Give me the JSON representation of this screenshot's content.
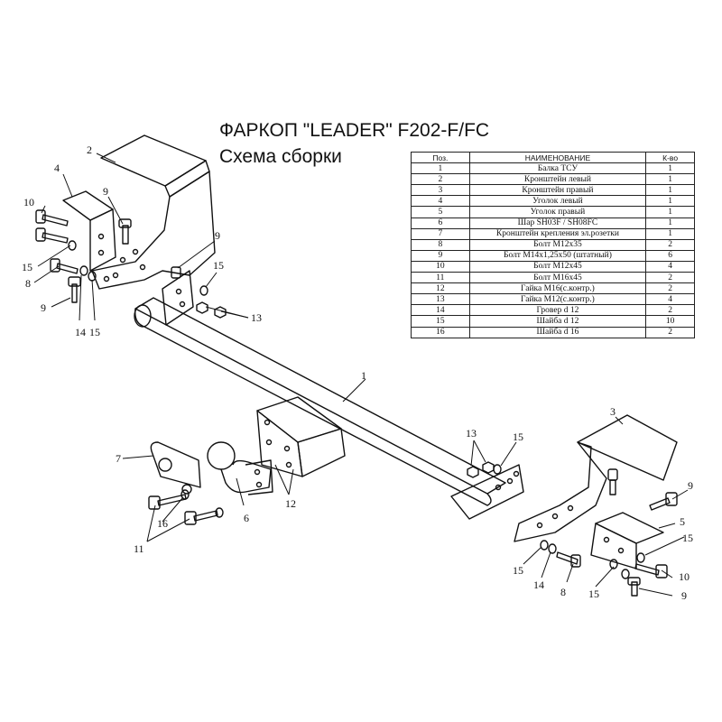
{
  "header": {
    "title": "ФАРКОП \"LEADER\" F202-F/FC",
    "subtitle": "Схема сборки"
  },
  "table": {
    "headers": [
      "Поз.",
      "НАИМЕНОВАНИЕ",
      "К-во"
    ],
    "rows": [
      {
        "pos": "1",
        "name": "Балка ТСУ",
        "qty": "1"
      },
      {
        "pos": "2",
        "name": "Кронштейн левый",
        "qty": "1"
      },
      {
        "pos": "3",
        "name": "Кронштейн правый",
        "qty": "1"
      },
      {
        "pos": "4",
        "name": "Уголок левый",
        "qty": "1"
      },
      {
        "pos": "5",
        "name": "Уголок правый",
        "qty": "1"
      },
      {
        "pos": "6",
        "name": "Шар SH03F / SH08FC",
        "qty": "1"
      },
      {
        "pos": "7",
        "name": "Кронштейн крепления эл.розетки",
        "qty": "1"
      },
      {
        "pos": "8",
        "name": "Болт М12х35",
        "qty": "2"
      },
      {
        "pos": "9",
        "name": "Болт М14х1,25х50 (штатный)",
        "qty": "6"
      },
      {
        "pos": "10",
        "name": "Болт М12х45",
        "qty": "4"
      },
      {
        "pos": "11",
        "name": "Болт М16х45",
        "qty": "2"
      },
      {
        "pos": "12",
        "name": "Гайка  М16(с.контр.)",
        "qty": "2"
      },
      {
        "pos": "13",
        "name": "Гайка М12(с.контр.)",
        "qty": "4"
      },
      {
        "pos": "14",
        "name": "Гровер d 12",
        "qty": "2"
      },
      {
        "pos": "15",
        "name": "Шайба d 12",
        "qty": "10"
      },
      {
        "pos": "16",
        "name": "Шайба d 16",
        "qty": "2"
      }
    ]
  },
  "callouts": {
    "c1": "1",
    "c2": "2",
    "c3": "3",
    "c4": "4",
    "c5": "5",
    "c6": "6",
    "c7": "7",
    "c8a": "8",
    "c8b": "8",
    "c9a": "9",
    "c9b": "9",
    "c9c": "9",
    "c9d": "9",
    "c9e": "9",
    "c10a": "10",
    "c10b": "10",
    "c11": "11",
    "c12": "12",
    "c13a": "13",
    "c13b": "13",
    "c14a": "14",
    "c14b": "14",
    "c15a": "15",
    "c15b": "15",
    "c15c": "15",
    "c15d": "15",
    "c15e": "15",
    "c15f": "15",
    "c15g": "15",
    "c16": "16"
  }
}
